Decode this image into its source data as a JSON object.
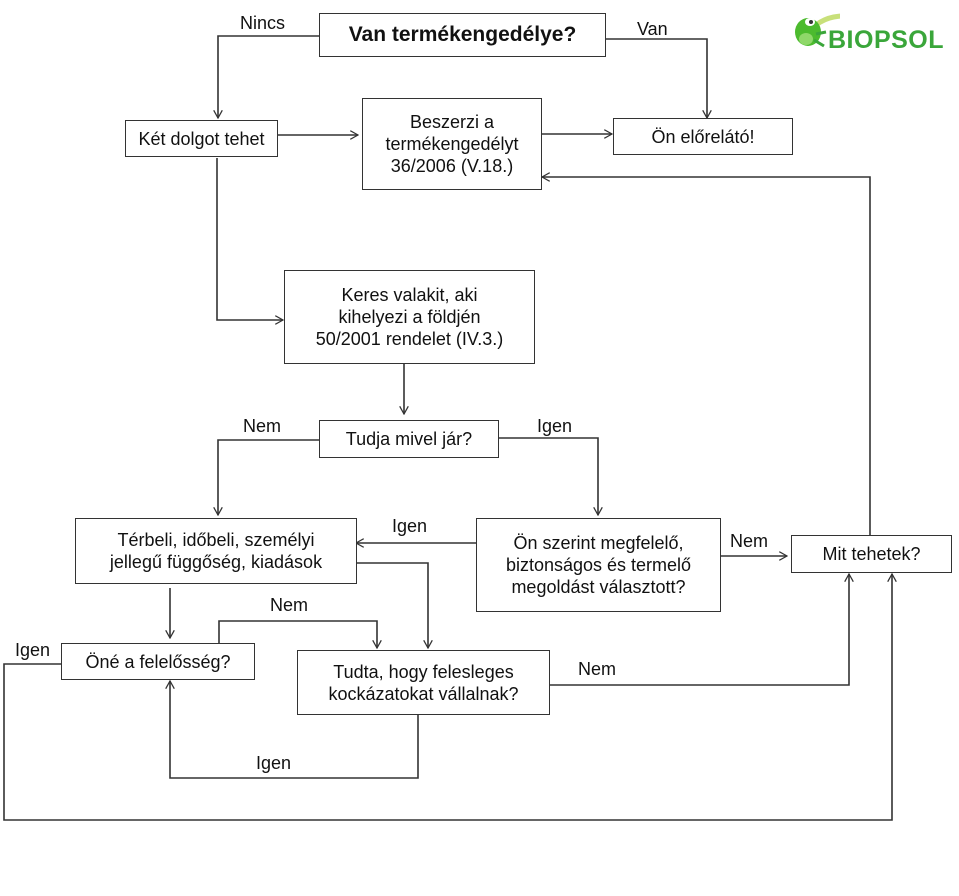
{
  "logo": {
    "text": "BIOPSOL",
    "icon": "frog-icon",
    "color": "#3aa63a"
  },
  "nodes": {
    "start": "Van termékengedélye?",
    "two_options": "Két dolgot tehet",
    "obtain_license": "Beszerzi a\ntermékengedélyt\n36/2006 (V.18.)",
    "foresighted": "Ön előrelátó!",
    "find_someone": "Keres valakit, aki\nkihelyezi a földjén\n50/2001 rendelet  (IV.3.)",
    "knows_risk": "Tudja mivel jár?",
    "dependency": "Térbeli, időbeli, személyi\njellegű függőség, kiadások",
    "right_solution": "Ön szerint megfelelő,\nbiztonságos és termelő\nmegoldást választott?",
    "what_can_i_do": "Mit tehetek?",
    "your_responsibility": "Öné a felelősség?",
    "knew_unnecessary_risk": "Tudta, hogy felesleges\nkockázatokat vállalnak?"
  },
  "edge_labels": {
    "nincs": "Nincs",
    "van": "Van",
    "nem_knows": "Nem",
    "igen_knows": "Igen",
    "igen_solution": "Igen",
    "nem_solution": "Nem",
    "nem_responsibility": "Nem",
    "igen_responsibility": "Igen",
    "nem_knew": "Nem",
    "igen_knew": "Igen"
  }
}
